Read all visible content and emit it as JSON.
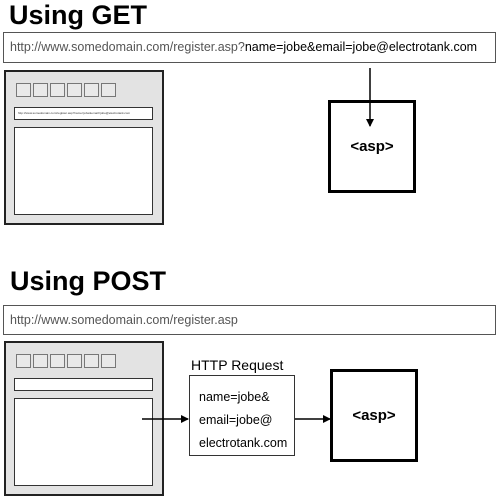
{
  "get_section": {
    "title": "Using GET",
    "url_base": "http://www.somedomain.com/register.asp?",
    "url_query": "name=jobe&email=jobe@electrotank.com",
    "browser_address": "http://www.somedomain.com/register.asp?name=jobe&email=jobe@electrotank.com",
    "asp_label": "<asp>"
  },
  "post_section": {
    "title": "Using POST",
    "url": "http://www.somedomain.com/register.asp",
    "http_request_title": "HTTP Request",
    "http_request_lines": [
      "name=jobe&",
      "email=jobe@",
      "electrotank.com"
    ],
    "asp_label": "<asp>"
  }
}
